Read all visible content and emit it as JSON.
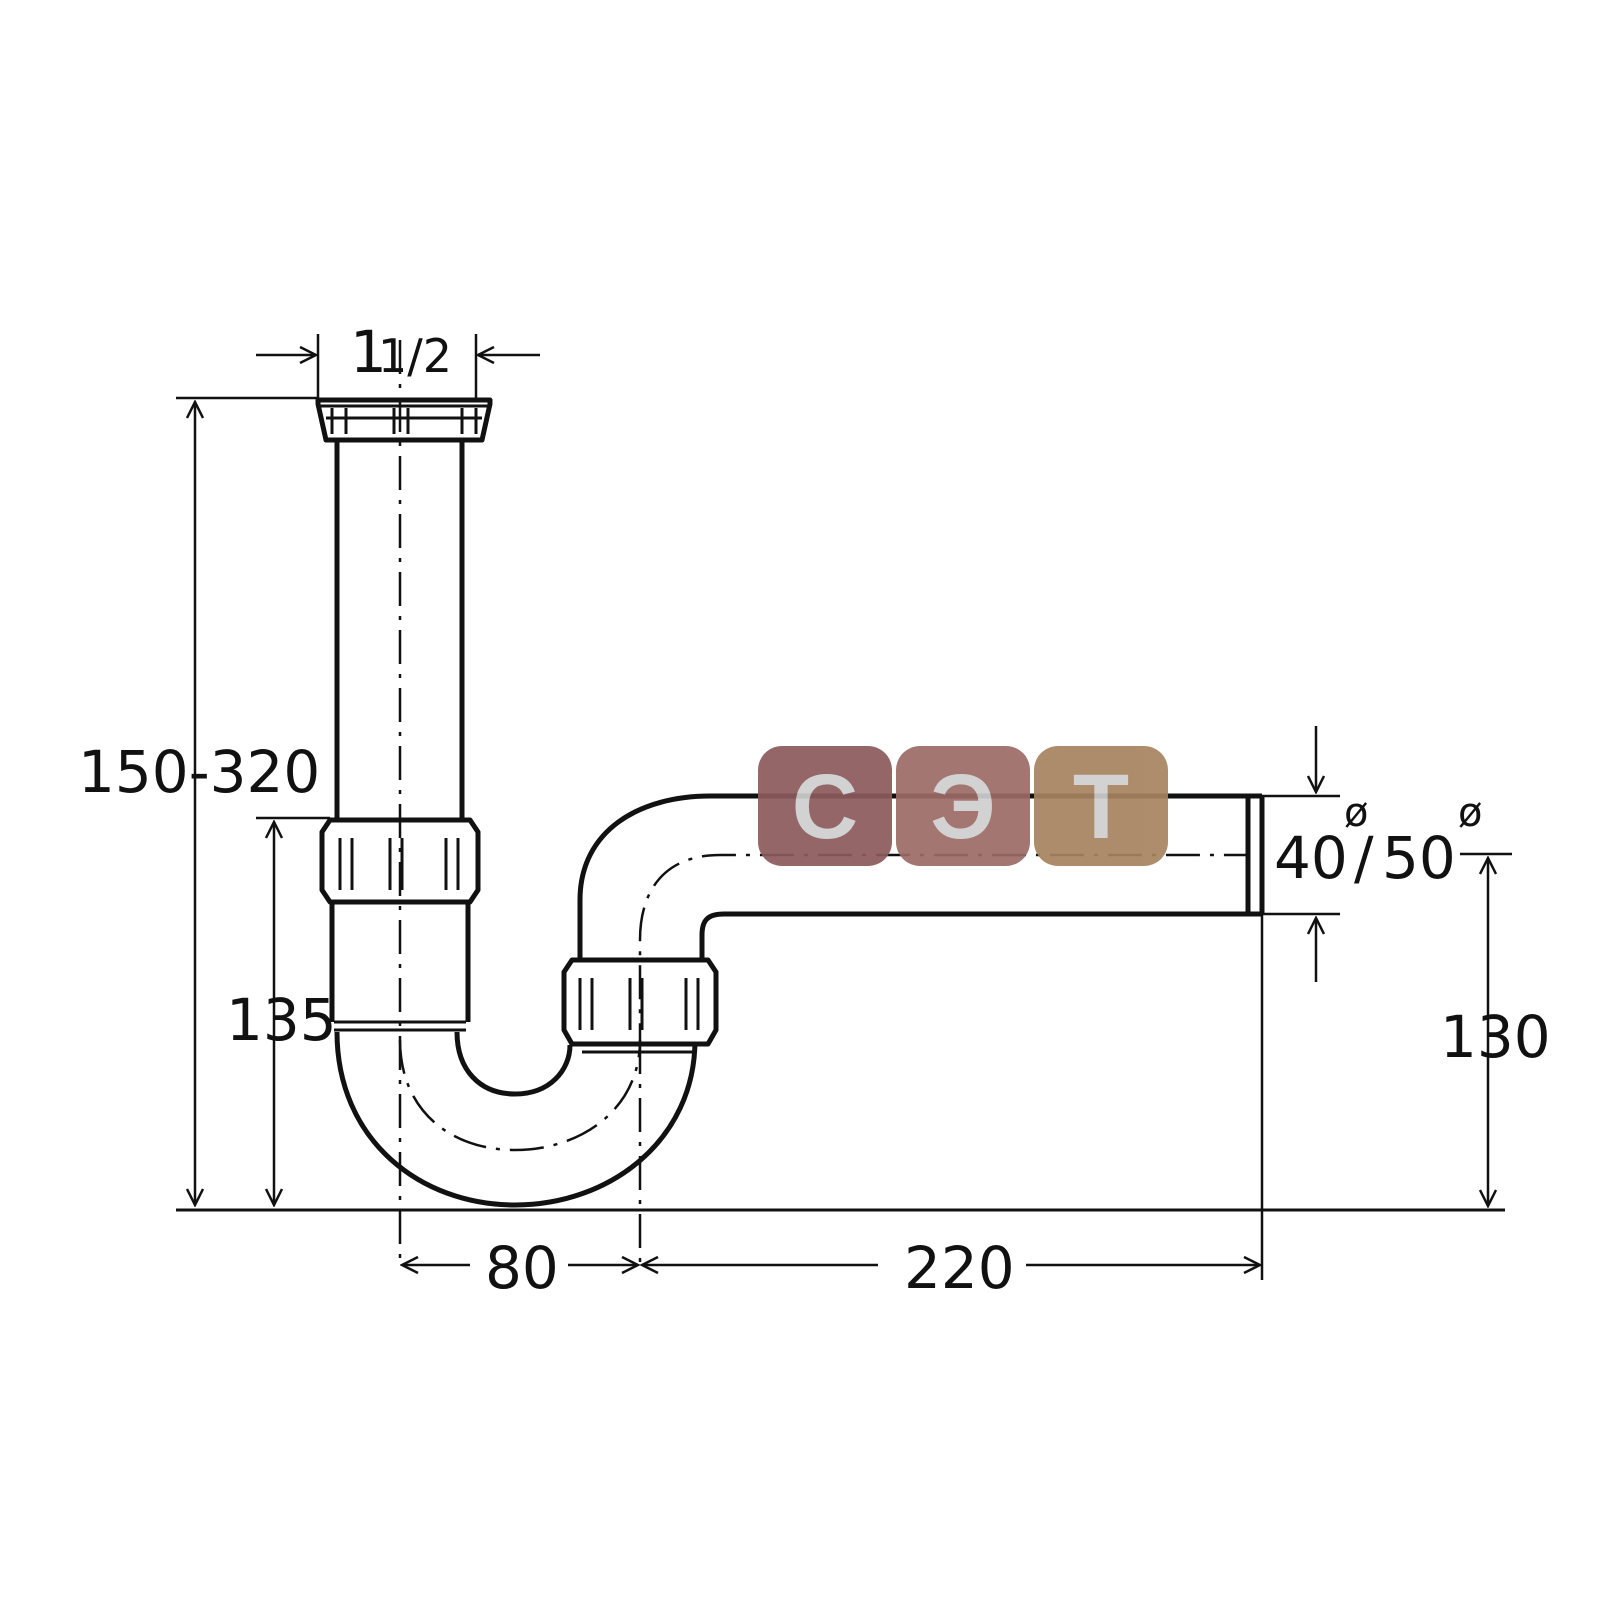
{
  "dimensions": {
    "top_width_whole": "1",
    "top_width_frac": "1/2",
    "total_height": "150-320",
    "inlet_height": "135",
    "trap_offset": "80",
    "outlet_length": "220",
    "outlet_height": "130",
    "outlet_diameter_a": "40",
    "outlet_diameter_sep": "/",
    "outlet_diameter_b": "50",
    "diameter_symbol": "ø"
  },
  "watermark": {
    "letters": [
      "С",
      "Э",
      "Т"
    ],
    "colors": [
      "#8b5a5c",
      "#9c6b66",
      "#a7835f"
    ]
  },
  "colors": {
    "line": "#111111",
    "background": "#ffffff"
  }
}
